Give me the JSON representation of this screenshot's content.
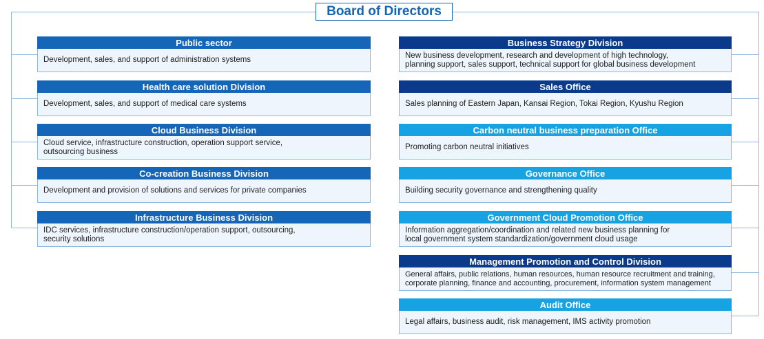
{
  "board": {
    "title": "Board of Directors"
  },
  "colors": {
    "mid": "#1565b8",
    "dark": "#0c3a8a",
    "light": "#16a2e3",
    "line": "#8fb6dc"
  },
  "left_units": [
    {
      "title": "Public sector",
      "desc": [
        "Development, sales, and support of administration systems"
      ]
    },
    {
      "title": "Health care solution Division",
      "desc": [
        "Development, sales, and support of medical care systems"
      ]
    },
    {
      "title": "Cloud Business Division",
      "desc": [
        "Cloud service, infrastructure construction, operation support service,",
        "outsourcing business"
      ]
    },
    {
      "title": "Co-creation Business Division",
      "desc": [
        "Development and provision of solutions and services for private companies"
      ]
    },
    {
      "title": "Infrastructure Business Division",
      "desc": [
        "IDC services, infrastructure construction/operation support, outsourcing,",
        "security solutions"
      ]
    }
  ],
  "right_units": [
    {
      "title": "Business Strategy Division",
      "desc": [
        "New business development, research and development of high technology,",
        "planning support, sales support, technical support for global business development"
      ]
    },
    {
      "title": "Sales Office",
      "desc": [
        "Sales planning of Eastern Japan, Kansai Region, Tokai Region, Kyushu Region"
      ]
    },
    {
      "title": "Carbon neutral business preparation Office",
      "desc": [
        "Promoting carbon neutral initiatives"
      ]
    },
    {
      "title": "Governance Office",
      "desc": [
        "Building security governance and strengthening quality"
      ]
    },
    {
      "title": "Government Cloud Promotion Office",
      "desc": [
        "Information aggregation/coordination and related new business planning for",
        "local government system standardization/government cloud usage"
      ]
    },
    {
      "title": "Management Promotion and Control Division",
      "desc": [
        "General affairs, public relations, human resources, human resource recruitment and training,",
        "corporate planning, finance and accounting, procurement, information system management"
      ]
    },
    {
      "title": "Audit Office",
      "desc": [
        "Legal affairs, business audit, risk management, IMS activity promotion"
      ]
    }
  ]
}
